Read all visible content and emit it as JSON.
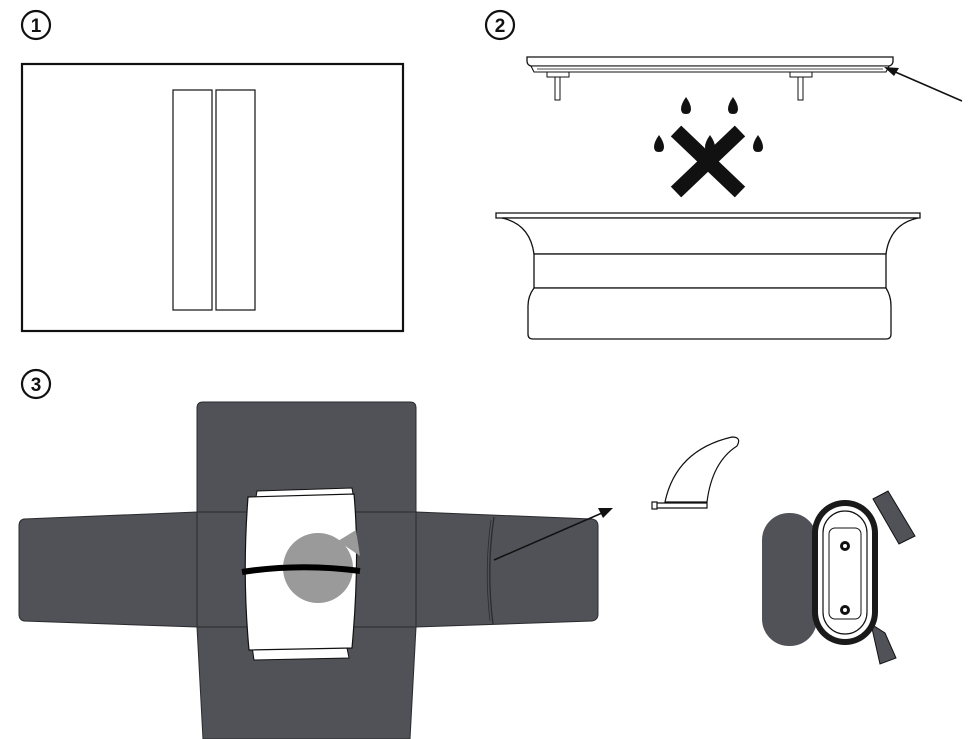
{
  "steps": [
    {
      "number": "1"
    },
    {
      "number": "2"
    },
    {
      "number": "3"
    }
  ],
  "colors": {
    "line": "#111111",
    "background": "#ffffff",
    "bag": "#505257",
    "bag_edge": "#2a2b2e",
    "fin_box_plate": "#1a1a1a",
    "shadow_circle": "#9a9a9a",
    "strap": "#000000"
  },
  "icons": [
    "deck-pad-strips",
    "board-lid",
    "water-drop-icon",
    "forbidden-x-icon",
    "board-tray",
    "carry-bag",
    "rolled-board",
    "fin",
    "fin-box-with-straps",
    "arrow-icon"
  ]
}
